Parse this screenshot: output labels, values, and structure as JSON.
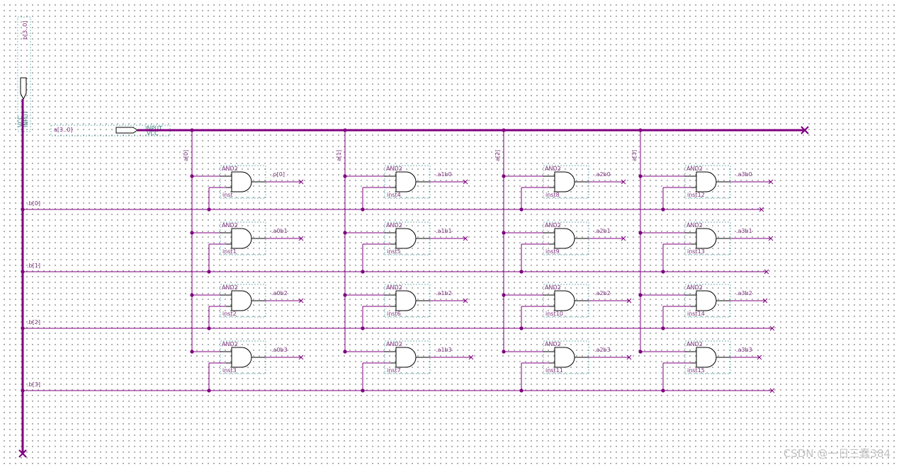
{
  "colors": {
    "wire": "#800080",
    "gate": "#000000",
    "pin_box": "#50a0a0",
    "text": "#7a2f7a",
    "pin_text": "#3a7a7a"
  },
  "input_b": {
    "bus_label": "b[3..0]",
    "type_label": "INPUT",
    "vcc_label": "VCC"
  },
  "input_a": {
    "bus_label": "a[3..0]",
    "type_label": "INPUT",
    "vcc_label": "VCC"
  },
  "a_taps": [
    "a[0]",
    "a[1]",
    "a[2]",
    "a[3]"
  ],
  "b_taps": [
    ".b[0]",
    ".b[1]",
    ".b[2]",
    ".b[3]"
  ],
  "gate_type": "AND2",
  "gates": [
    {
      "inst": "inst",
      "output": ".p[0]"
    },
    {
      "inst": "inst1",
      "output": ".a0b1"
    },
    {
      "inst": "inst2",
      "output": ".a0b2"
    },
    {
      "inst": "inst3",
      "output": ".a0b3"
    },
    {
      "inst": "inst4",
      "output": ".a1b0"
    },
    {
      "inst": "inst5",
      "output": ".a1b1"
    },
    {
      "inst": "inst6",
      "output": ".a1b2"
    },
    {
      "inst": "inst7",
      "output": ".a1b3"
    },
    {
      "inst": "inst8",
      "output": ".a2b0"
    },
    {
      "inst": "inst9",
      "output": ".a2b1"
    },
    {
      "inst": "inst10",
      "output": ".a2b2"
    },
    {
      "inst": "inst11",
      "output": ".a2b3"
    },
    {
      "inst": "inst12",
      "output": ".a3b0"
    },
    {
      "inst": "inst13",
      "output": ".a3b1"
    },
    {
      "inst": "inst14",
      "output": ".a3b2"
    },
    {
      "inst": "inst15",
      "output": ".a3b3"
    }
  ],
  "watermark": "CSDN @一日三蠢384"
}
